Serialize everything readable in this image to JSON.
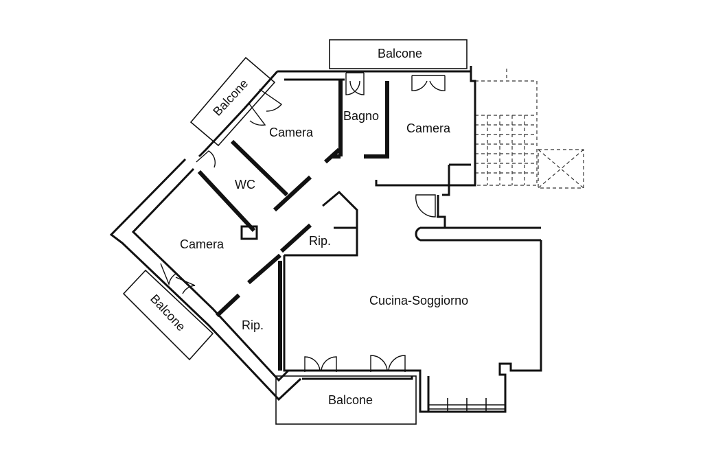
{
  "rooms": {
    "balcone_top": "Balcone",
    "balcone_upper_left": "Balcone",
    "camera_1": "Camera",
    "bagno": "Bagno",
    "camera_2": "Camera",
    "wc": "WC",
    "camera_3": "Camera",
    "rip_1": "Rip.",
    "balcone_left": "Balcone",
    "rip_2": "Rip.",
    "cucina_soggiorno": "Cucina-Soggiorno",
    "balcone_bottom": "Balcone"
  },
  "colors": {
    "line": "#111111",
    "background": "#ffffff"
  }
}
